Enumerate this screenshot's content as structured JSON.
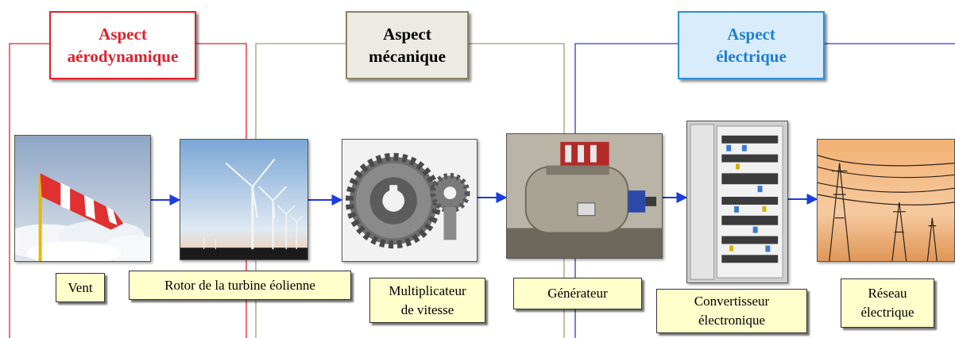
{
  "aspects": [
    {
      "title": "Aspect\naérodynamique",
      "color": "#e0202a"
    },
    {
      "title": "Aspect\nmécanique",
      "color": "#8a8264"
    },
    {
      "title": "Aspect\nélectrique",
      "color": "#2c8fd8"
    }
  ],
  "steps": [
    {
      "label": "Vent",
      "icon": "windsock-icon"
    },
    {
      "label": "Rotor de la turbine éolienne",
      "icon": "wind-turbine-icon"
    },
    {
      "label": "Multiplicateur\nde vitesse",
      "icon": "gears-icon"
    },
    {
      "label": "Générateur",
      "icon": "generator-icon"
    },
    {
      "label": "Convertisseur\nélectronique",
      "icon": "electrical-cabinet-icon"
    },
    {
      "label": "Réseau\nélectrique",
      "icon": "power-pylons-icon"
    }
  ],
  "colors": {
    "arrow": "#1a3de0",
    "label_bg": "#ffffcc"
  }
}
